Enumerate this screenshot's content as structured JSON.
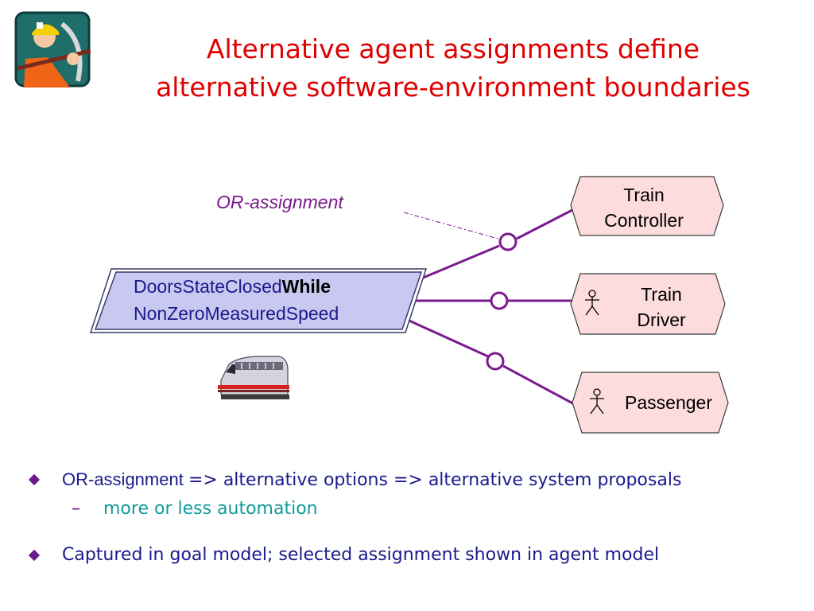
{
  "title": {
    "line1": "Alternative agent assignments define",
    "line2": "alternative software-environment boundaries"
  },
  "diagram": {
    "or_label": "OR-assignment",
    "goal": {
      "text_line1": "DoorsStateClosed",
      "keyword": "While",
      "text_line2": "NonZeroMeasuredSpeed"
    },
    "agents": [
      {
        "line1": "Train",
        "line2": "Controller",
        "human": false
      },
      {
        "line1": "Train",
        "line2": "Driver",
        "human": true
      },
      {
        "line1": "Passenger",
        "line2": "",
        "human": true
      }
    ]
  },
  "bullets": {
    "b1_lead": "OR-assignment ",
    "b1_rest": "=> alternative options => alternative system proposals",
    "b1_sub": "more or less automation",
    "b2": "Captured in goal model; selected assignment shown in agent model",
    "sub_dash": "–"
  },
  "colors": {
    "title": "#e00000",
    "or_label": "#7a1a8c",
    "goal_fill": "#c8c8f0",
    "agent_fill": "#fcdcdc",
    "link": "#7a1a8c"
  }
}
